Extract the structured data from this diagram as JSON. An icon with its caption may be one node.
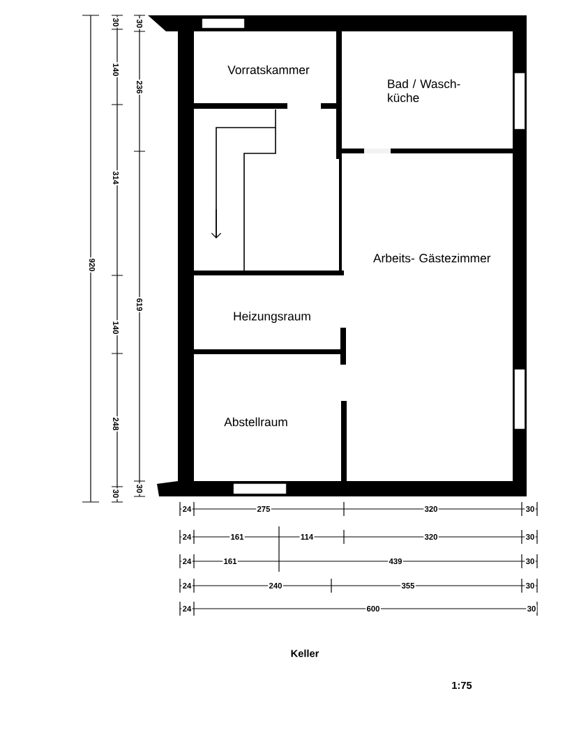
{
  "diagram": {
    "title": "Keller",
    "labels": [
      "Vorratskammer",
      "Bad / Wasch- küche",
      "Arbeits- Gästezimmer",
      "Heizungsraum",
      "Abstellraum",
      "920",
      "30",
      "140",
      "314",
      "140",
      "248",
      "30",
      "30",
      "236",
      "619",
      "30",
      "24",
      "275",
      "320",
      "30",
      "24",
      "161",
      "114",
      "320",
      "30",
      "24",
      "161",
      "439",
      "30",
      "24",
      "240",
      "355",
      "30",
      "24",
      "600",
      "30",
      "1:75"
    ]
  }
}
